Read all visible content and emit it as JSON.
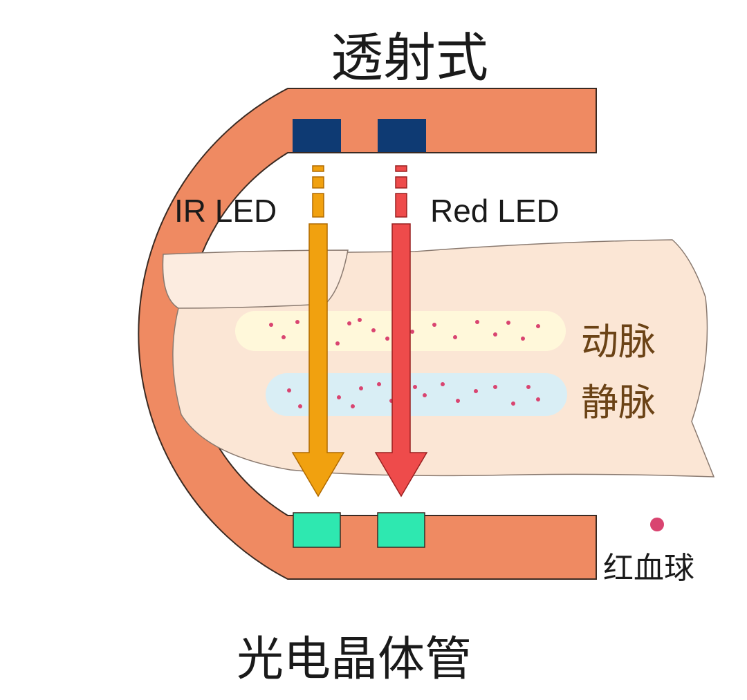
{
  "title": "透射式",
  "labels": {
    "ir_led": "IR LED",
    "red_led": "Red LED",
    "artery": "动脉",
    "vein": "静脉",
    "red_blood_cell": "红血球",
    "phototransistor": "光电晶体管"
  },
  "colors": {
    "clip": "#ef8a62",
    "led": "#0e3a73",
    "sensor": "#2ee8b0",
    "ir_beam": "#f1a10f",
    "red_beam": "#ee4b4b",
    "finger": "#fbe6d5",
    "artery_band": "#fff8da",
    "vein_band": "#d9eef5",
    "blood_cell": "#d94470",
    "region_text": "#6b4316"
  }
}
